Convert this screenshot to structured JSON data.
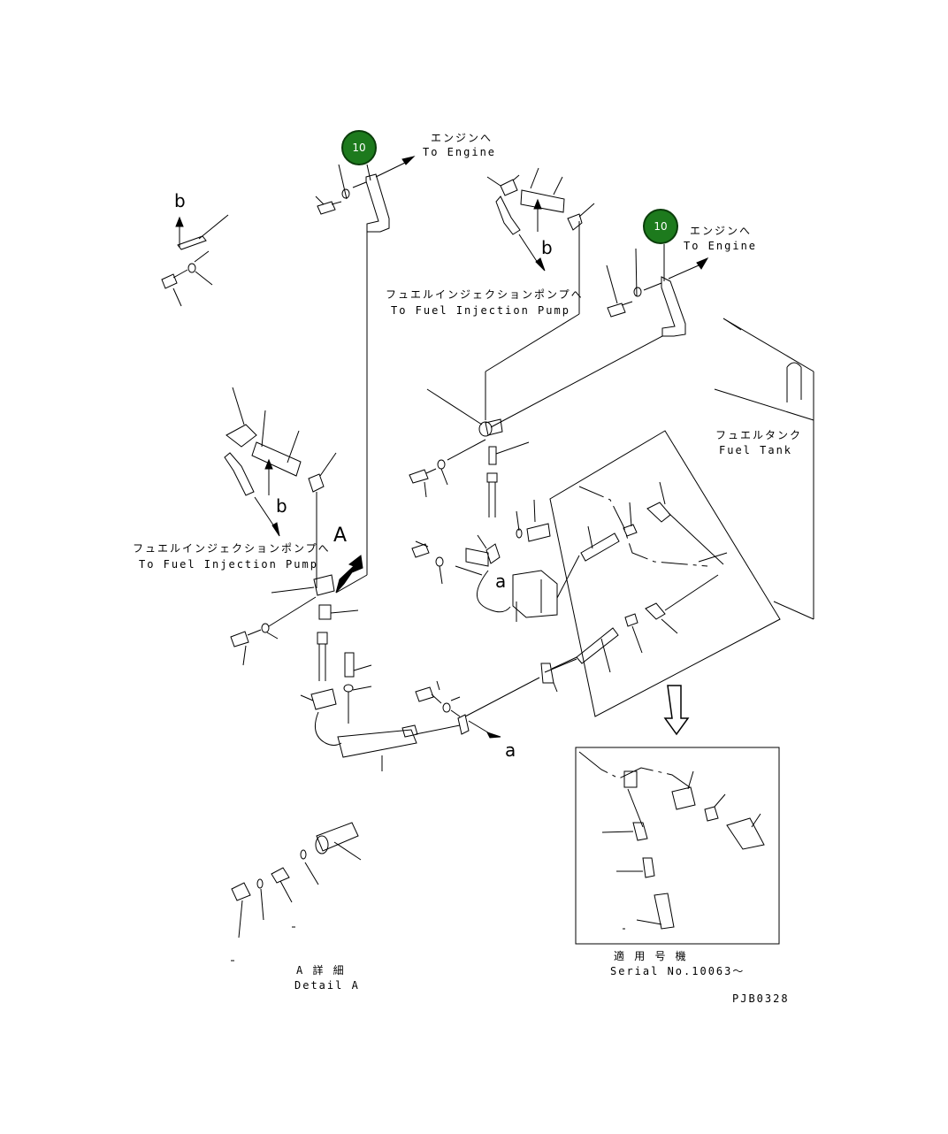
{
  "badges": {
    "top_left": "10",
    "top_right": "10"
  },
  "labels": {
    "engine_jp_1": "エンジンへ",
    "engine_en_1": "To Engine",
    "engine_jp_2": "エンジンへ",
    "engine_en_2": "To Engine",
    "pump_jp_1": "フュエルインジェクションポンプへ",
    "pump_en_1": "To Fuel Injection Pump",
    "pump_jp_2": "フュエルインジェクションポンプへ",
    "pump_en_2": "To Fuel Injection Pump",
    "tank_jp": "フュエルタンク",
    "tank_en": "Fuel Tank",
    "detail_jp": "A 詳 細",
    "detail_en": "Detail A",
    "serial_jp": "適 用 号 機",
    "serial_en": "Serial No.10063～",
    "drawing_code": "PJB0328"
  },
  "markers": {
    "b_top_left": "b",
    "b_top_right": "b",
    "b_mid_left": "b",
    "a_center": "a",
    "a_bottom": "a",
    "A_view": "A"
  },
  "colors": {
    "badge_fill": "#1d7a1d",
    "badge_border": "#0b3d0b",
    "line": "#000000"
  }
}
